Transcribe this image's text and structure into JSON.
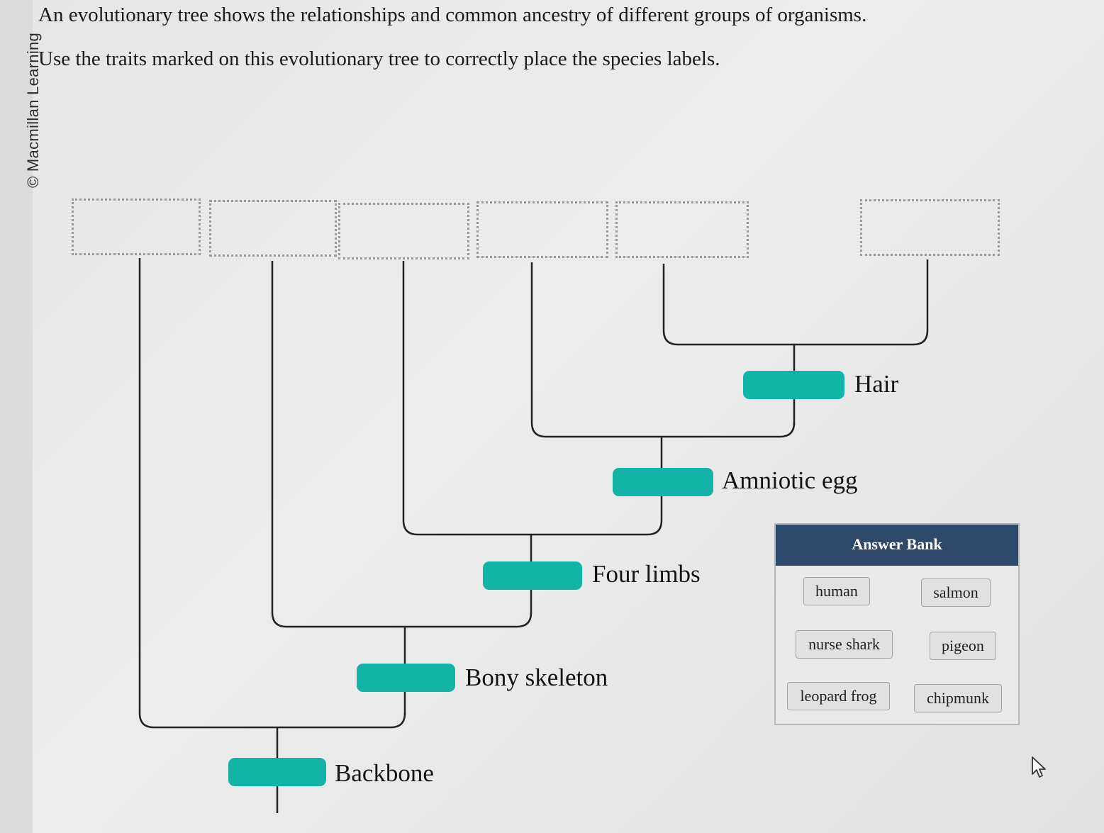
{
  "copyright": "© Macmillan Learning",
  "instructions": {
    "line1": "An evolutionary tree shows the relationships and common ancestry of different groups of organisms.",
    "line2": "Use the traits marked on this evolutionary tree to correctly place the species labels."
  },
  "traits": {
    "backbone": "Backbone",
    "bony_skeleton": "Bony skeleton",
    "four_limbs": "Four limbs",
    "amniotic_egg": "Amniotic egg",
    "hair": "Hair"
  },
  "answer_bank": {
    "title": "Answer Bank",
    "chips": [
      "human",
      "salmon",
      "nurse shark",
      "pigeon",
      "leopard frog",
      "chipmunk"
    ]
  },
  "colors": {
    "trait_marker": "#13b3a6",
    "bank_header": "#2e4a6a"
  }
}
